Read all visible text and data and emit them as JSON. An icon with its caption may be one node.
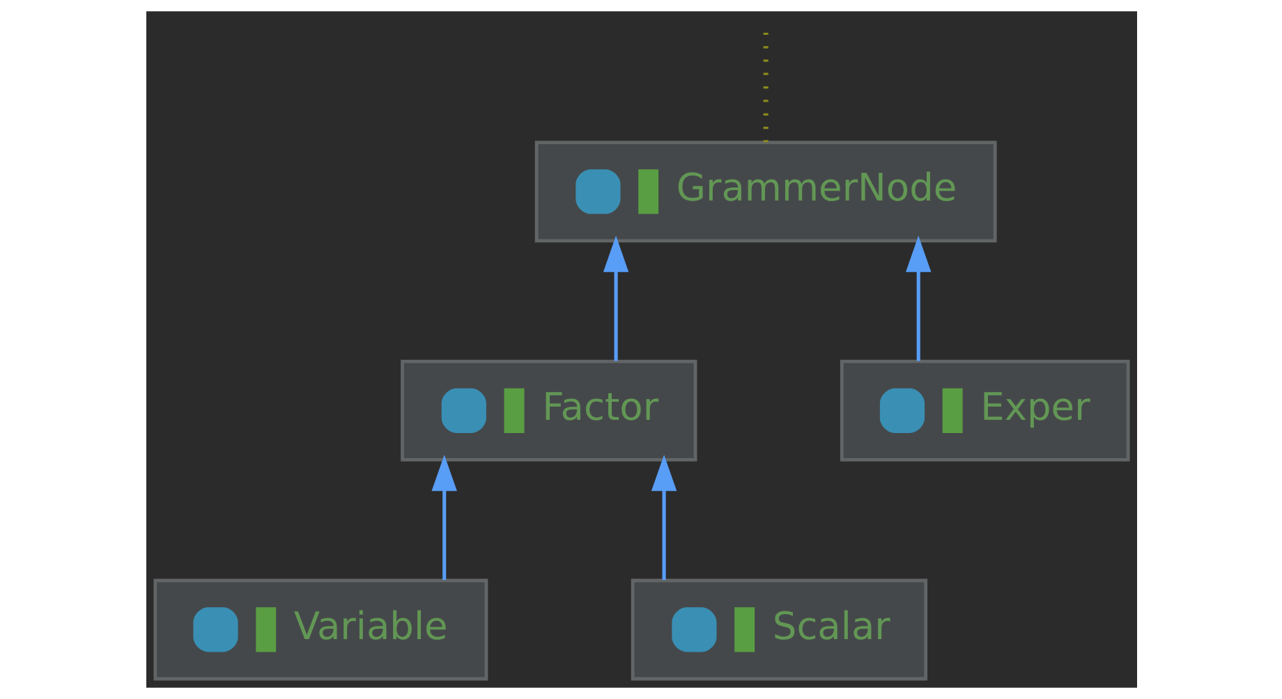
{
  "diagram": {
    "nodes": [
      {
        "text": [
          "GrammerNode"
        ]
      },
      {
        "text": [
          "Factor"
        ]
      },
      {
        "text": [
          "Exper"
        ]
      },
      {
        "text": [
          "Variable"
        ]
      },
      {
        "text": [
          "Scalar"
        ]
      }
    ],
    "edges": [
      {
        "from": 1,
        "to": 0,
        "arrow": "to"
      },
      {
        "from": 2,
        "to": 0,
        "arrow": "to"
      },
      {
        "from": 3,
        "to": 1,
        "arrow": "to"
      },
      {
        "from": 4,
        "to": 1,
        "arrow": "to"
      },
      {
        "from": 0,
        "to": null,
        "arrow": "none",
        "style": "dashed",
        "color": "#8a8a1e"
      }
    ]
  }
}
